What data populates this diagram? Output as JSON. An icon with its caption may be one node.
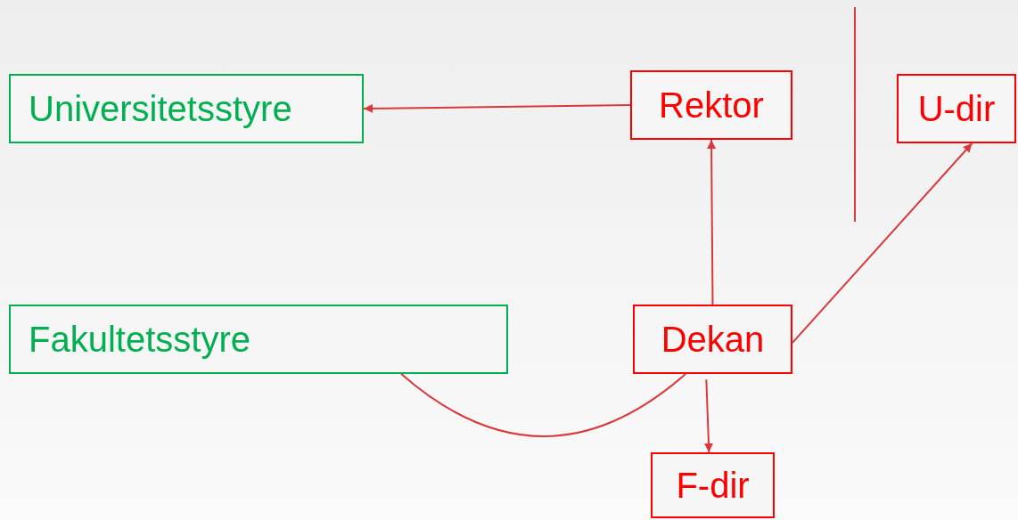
{
  "diagram": {
    "nodes": [
      {
        "text": [
          "Universitetsstyre"
        ]
      },
      {
        "text": [
          "Rektor"
        ]
      },
      {
        "text": [
          "U-dir"
        ]
      },
      {
        "text": [
          "Fakultetsstyre"
        ]
      },
      {
        "text": [
          "Dekan"
        ]
      },
      {
        "text": [
          "F-dir"
        ]
      }
    ],
    "edges": [
      {
        "from": 1,
        "to": 0,
        "arrow": "to"
      },
      {
        "from": 4,
        "to": 1,
        "arrow": "to"
      },
      {
        "from": 4,
        "to": 2,
        "arrow": "to"
      },
      {
        "from": 4,
        "to": 3,
        "arrow": "none"
      },
      {
        "from": 4,
        "to": 5,
        "arrow": "to"
      }
    ]
  }
}
